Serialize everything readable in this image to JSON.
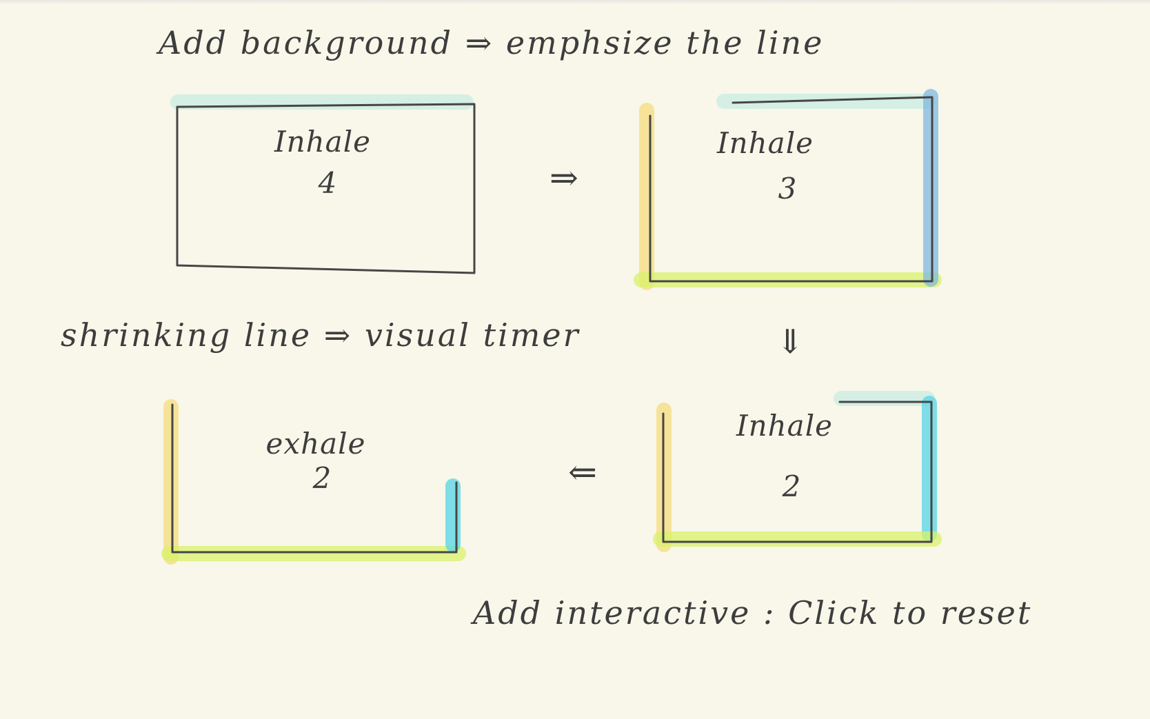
{
  "notes": {
    "top": "Add background ⇒ emphsize the line",
    "middle": "shrinking line ⇒ visual timer",
    "bottom": "Add interactive : Click to reset"
  },
  "frames": [
    {
      "label": "Inhale",
      "count": "4"
    },
    {
      "label": "Inhale",
      "count": "3"
    },
    {
      "label": "Inhale",
      "count": "2"
    },
    {
      "label": "exhale",
      "count": "2"
    }
  ],
  "arrows": {
    "right": "⇒",
    "down": "⇓",
    "left": "⇐"
  },
  "colors": {
    "paper": "#f8f7ea",
    "ink": "#464646",
    "highlight_teal": "#c9ece2",
    "highlight_yellow": "#f5dc7e",
    "highlight_lime": "#d9f26a",
    "highlight_blue": "#7fb8e0",
    "highlight_cyan": "#55d6e6"
  }
}
